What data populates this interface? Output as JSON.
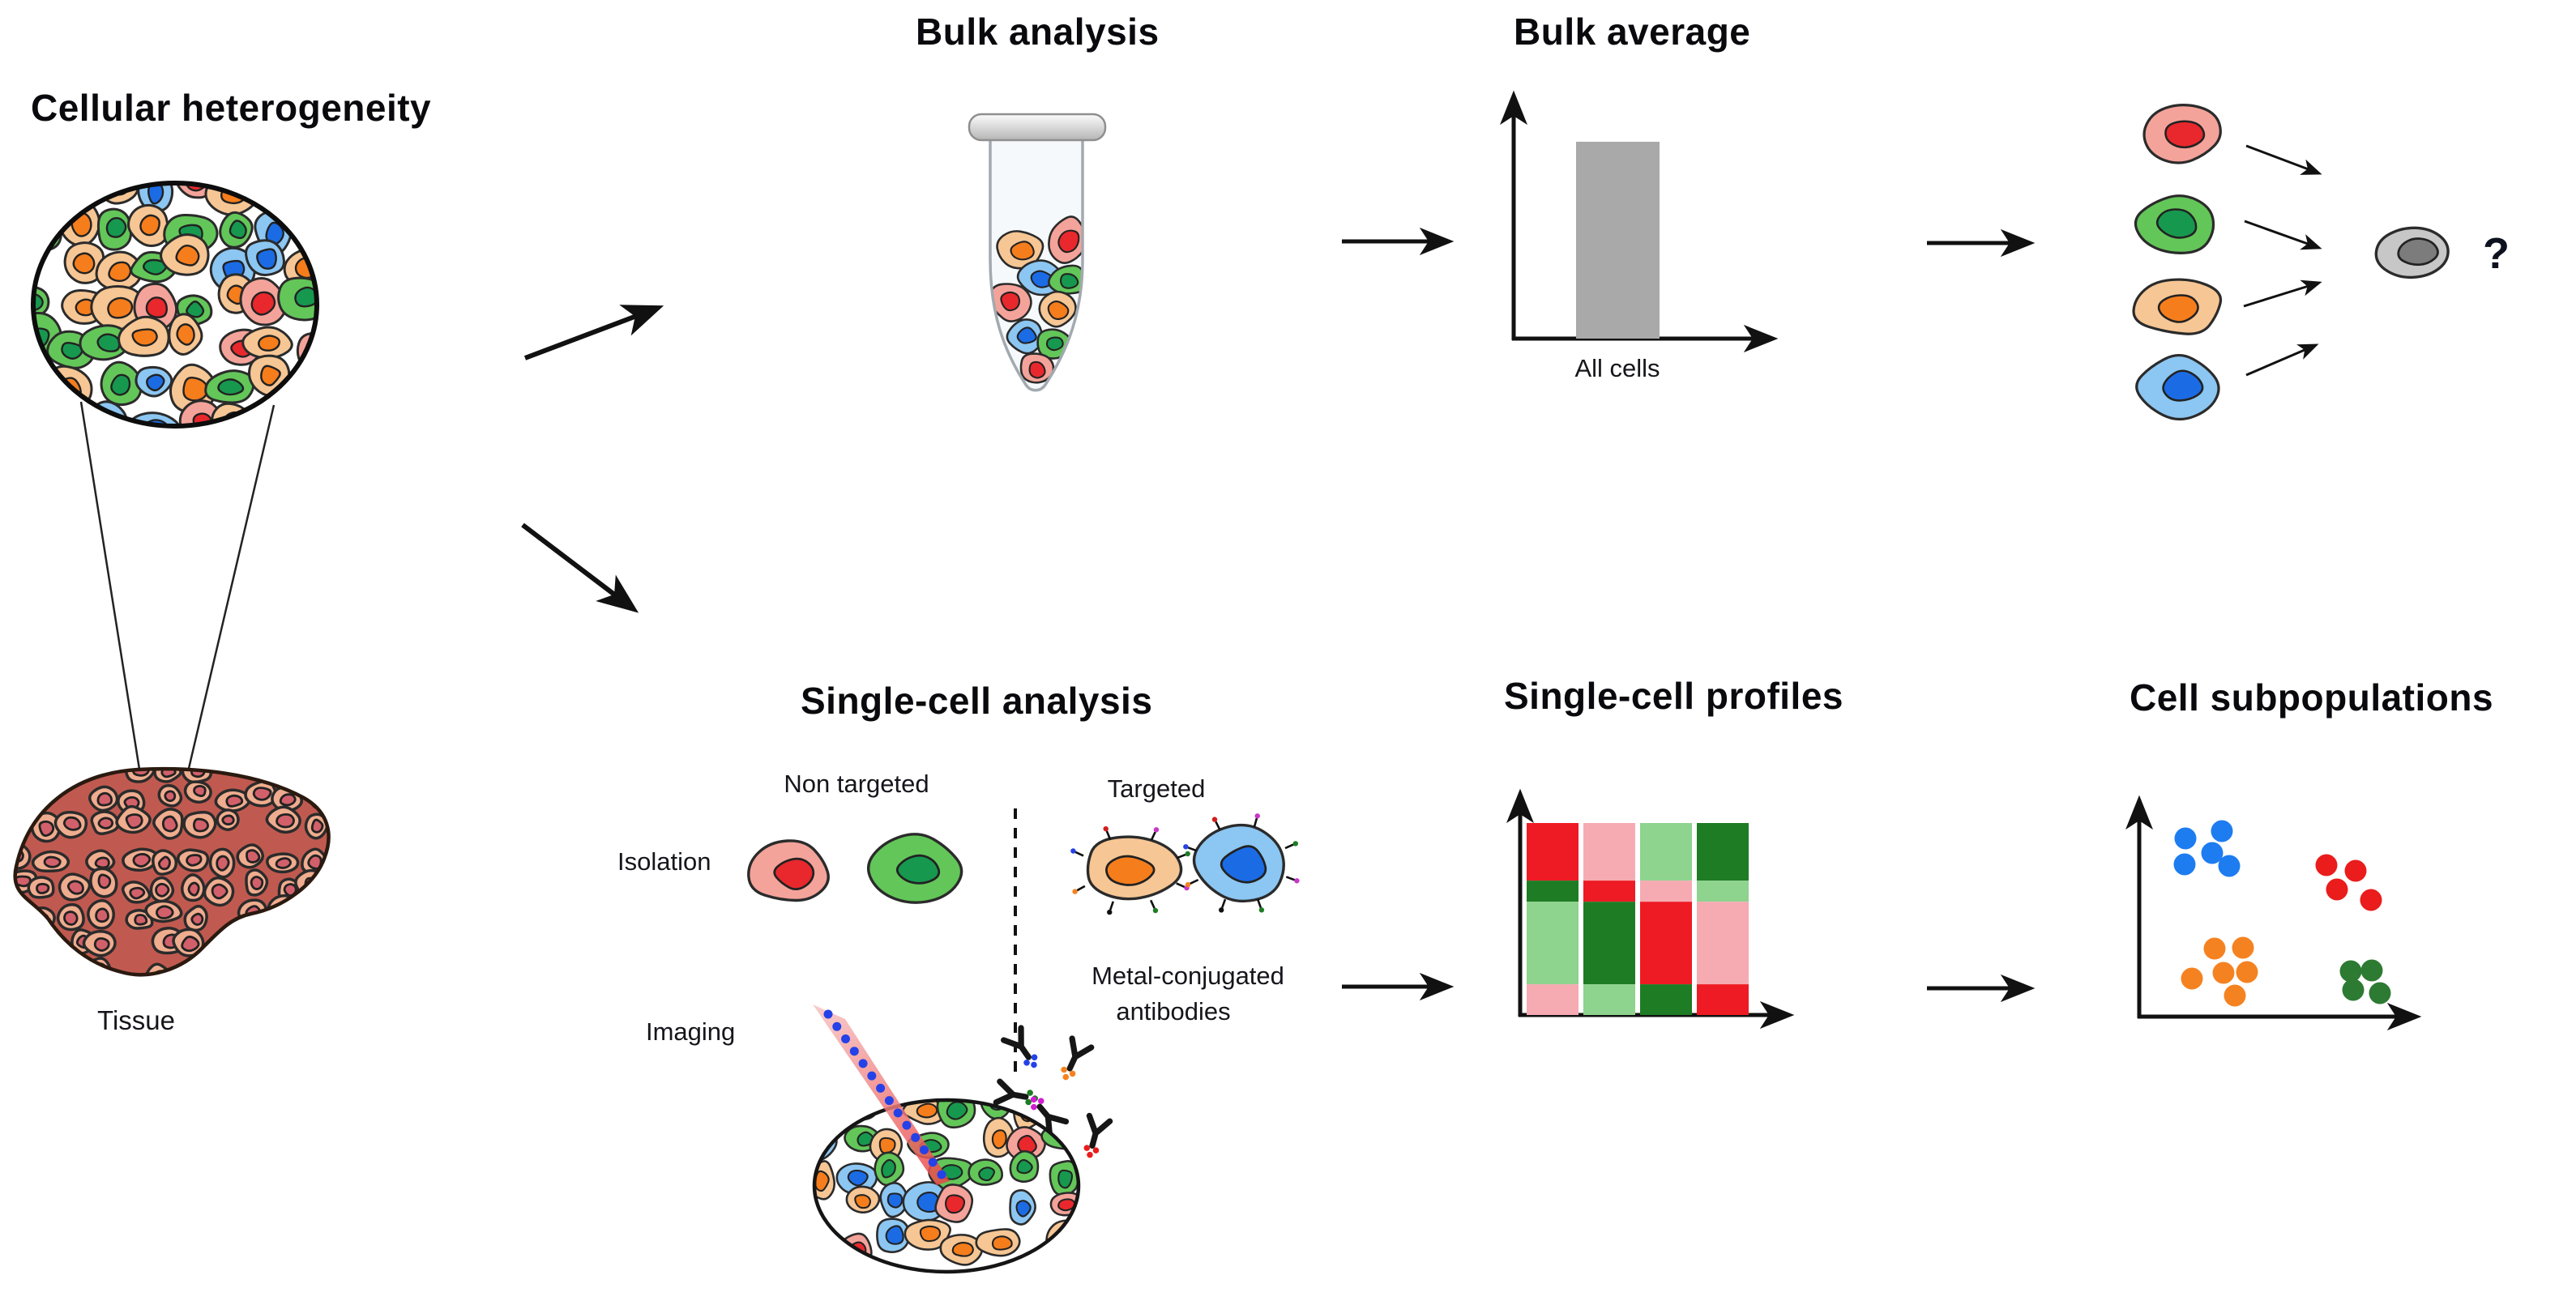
{
  "panels": {
    "cellular_heterogeneity": {
      "title": "Cellular heterogeneity",
      "tissue_label": "Tissue"
    },
    "bulk_analysis": {
      "title": "Bulk analysis"
    },
    "bulk_average": {
      "title": "Bulk average",
      "x_label": "All cells",
      "unknown_mark": "?"
    },
    "single_cell_analysis": {
      "title": "Single-cell analysis",
      "non_targeted_label": "Non targeted",
      "targeted_label": "Targeted",
      "isolation_label": "Isolation",
      "imaging_label": "Imaging",
      "antibodies_label_1": "Metal-conjugated",
      "antibodies_label_2": "antibodies"
    },
    "single_cell_profiles": {
      "title": "Single-cell profiles"
    },
    "cell_subpopulations": {
      "title": "Cell subpopulations"
    }
  },
  "colors": {
    "red": "#ee1b24",
    "pink": "#f6aab2",
    "light_green": "#8ed38e",
    "dark_green": "#1e7c24",
    "orange": "#f58220",
    "blue": "#1d7cf0",
    "scatter_red": "#ea1c1c",
    "scatter_green": "#2d7a32",
    "bar_gray": "#a9a9a9",
    "cell_red_outer": "#f4a39a",
    "cell_red_nucleus": "#e8282c",
    "cell_green_outer": "#63c659",
    "cell_green_nucleus": "#17984f",
    "cell_blue_outer": "#8cc6f2",
    "cell_blue_nucleus": "#1b6be4",
    "cell_orange_outer": "#f6c694",
    "cell_orange_nucleus": "#f57d1c",
    "cell_gray_outer": "#c7c7c7",
    "cell_gray_nucleus": "#7c7c7c",
    "tissue_outer": "#efac8e",
    "tissue_nucleus": "#d2606a",
    "tissue_base": "#c05a50",
    "laser_start": "#f7c4c4",
    "laser_end": "#e94545",
    "laser_dot": "#2541e8"
  },
  "chart_data": [
    {
      "type": "bar",
      "title": "Bulk average",
      "categories": [
        "All cells"
      ],
      "values": [
        0.9
      ],
      "ylim": [
        0,
        1
      ],
      "xlabel": "",
      "ylabel": "",
      "bar_color_key": "bar_gray",
      "note": "schematic: one gray bar = average signal of all cells"
    },
    {
      "type": "heatmap",
      "title": "Single-cell profiles",
      "description": "4 single-cell columns of stacked marker blocks; segment = [color, fraction of column height]",
      "columns": [
        {
          "cell": 1,
          "segments": [
            [
              "red",
              0.3
            ],
            [
              "dark_green",
              0.11
            ],
            [
              "light_green",
              0.43
            ],
            [
              "pink",
              0.16
            ]
          ]
        },
        {
          "cell": 2,
          "segments": [
            [
              "pink",
              0.3
            ],
            [
              "red",
              0.11
            ],
            [
              "dark_green",
              0.43
            ],
            [
              "light_green",
              0.16
            ]
          ]
        },
        {
          "cell": 3,
          "segments": [
            [
              "light_green",
              0.3
            ],
            [
              "pink",
              0.11
            ],
            [
              "red",
              0.43
            ],
            [
              "dark_green",
              0.16
            ]
          ]
        },
        {
          "cell": 4,
          "segments": [
            [
              "dark_green",
              0.3
            ],
            [
              "light_green",
              0.11
            ],
            [
              "pink",
              0.43
            ],
            [
              "red",
              0.16
            ]
          ]
        }
      ]
    },
    {
      "type": "scatter",
      "title": "Cell subpopulations",
      "point_radius": 13.5,
      "axes": "unlabeled schematic axes",
      "series": [
        {
          "name": "subpopulation-blue",
          "color_key": "blue",
          "points": [
            [
              57,
              220
            ],
            [
              102,
              229
            ],
            [
              90,
              202
            ],
            [
              56,
              188
            ],
            [
              111,
              186
            ]
          ]
        },
        {
          "name": "subpopulation-red",
          "color_key": "scatter_red",
          "points": [
            [
              231,
              187
            ],
            [
              267,
              180
            ],
            [
              244,
              157
            ],
            [
              286,
              144
            ]
          ]
        },
        {
          "name": "subpopulation-orange",
          "color_key": "orange",
          "points": [
            [
              93,
              84
            ],
            [
              128,
              85
            ],
            [
              65,
              47
            ],
            [
              104,
              54
            ],
            [
              133,
              55
            ],
            [
              118,
              26
            ]
          ]
        },
        {
          "name": "subpopulation-green",
          "color_key": "scatter_green",
          "points": [
            [
              261,
              56
            ],
            [
              287,
              57
            ],
            [
              264,
              33
            ],
            [
              297,
              29
            ]
          ]
        }
      ]
    }
  ]
}
